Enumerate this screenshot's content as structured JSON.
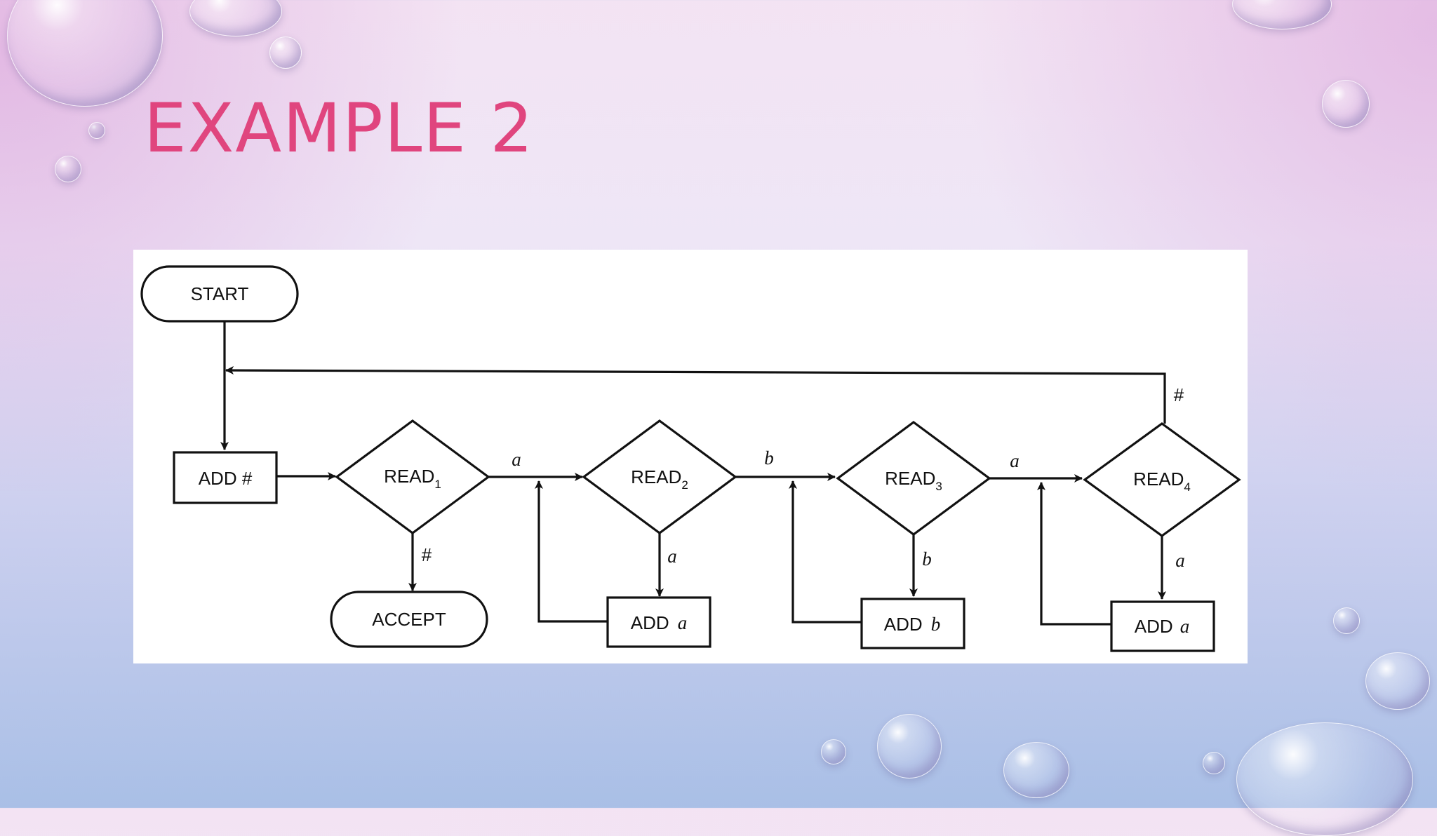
{
  "slide": {
    "title": "EXAMPLE 2"
  },
  "diagram": {
    "start": "START",
    "add_hash": "ADD #",
    "accept": "ACCEPT",
    "read": "READ",
    "read1_sub": "1",
    "read2_sub": "2",
    "read3_sub": "3",
    "read4_sub": "4",
    "add_a1": {
      "word": "ADD",
      "sym": "a"
    },
    "add_b": {
      "word": "ADD",
      "sym": "b"
    },
    "add_a2": {
      "word": "ADD",
      "sym": "a"
    },
    "edges": {
      "r1_r2": "a",
      "r2_r3": "b",
      "r3_r4": "a",
      "r1_accept": "#",
      "r2_down": "a",
      "r3_down": "b",
      "r4_down": "a",
      "r4_loop": "#"
    }
  },
  "colors": {
    "title": "#e0457e",
    "ink": "#111111"
  }
}
